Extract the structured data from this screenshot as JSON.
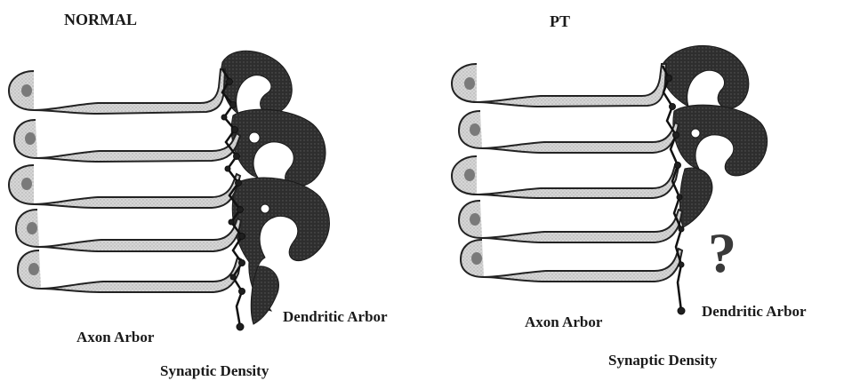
{
  "panels": [
    {
      "title": "NORMAL",
      "axon_label": "Axon Arbor",
      "dendrite_label": "Dendritic Arbor",
      "synapse_label": "Synaptic Density"
    },
    {
      "title": "PT",
      "axon_label": "Axon Arbor",
      "dendrite_label": "Dendritic Arbor",
      "synapse_label": "Synaptic Density",
      "unknown_mark": "?"
    }
  ],
  "colors": {
    "axon_fill": "#cfcfcf",
    "outline": "#222222",
    "dendrite_fill": "#2e2e2e",
    "text": "#1a1a1a"
  }
}
